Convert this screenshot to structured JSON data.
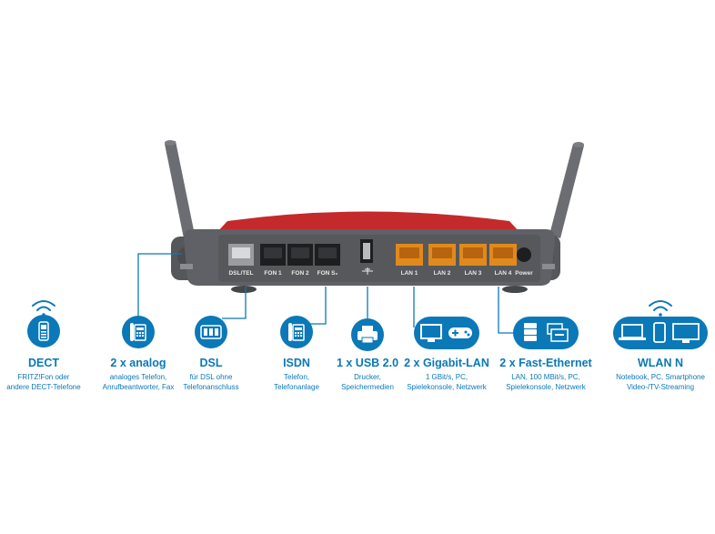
{
  "colors": {
    "accent": "#0b78b8",
    "router_body": "#5f6166",
    "router_red": "#c42a2b",
    "lan_port": "#e08a1e"
  },
  "router": {
    "port_labels": [
      "DSL/TEL",
      "FON 1",
      "FON 2",
      "FON S₀",
      "LAN 1",
      "LAN 2",
      "LAN 3",
      "LAN 4",
      "Power"
    ]
  },
  "features": [
    {
      "title": "DECT",
      "icon": "dect-phone-icon",
      "desc": [
        "FRITZ!Fon oder",
        "andere DECT-Telefone"
      ]
    },
    {
      "title": "2 x analog",
      "icon": "analog-phone-icon",
      "desc": [
        "analoges Telefon,",
        "Anrufbeantworter, Fax"
      ]
    },
    {
      "title": "DSL",
      "icon": "dsl-splitter-icon",
      "desc": [
        "für DSL ohne",
        "Telefonanschluss"
      ]
    },
    {
      "title": "ISDN",
      "icon": "isdn-phone-icon",
      "desc": [
        "Telefon,",
        "Telefonanlage"
      ]
    },
    {
      "title": "1 x USB 2.0",
      "icon": "printer-icon",
      "desc": [
        "Drucker,",
        "Speichermedien"
      ]
    },
    {
      "title": "2 x Gigabit-LAN",
      "icon": "monitor-gamepad-icon",
      "desc": [
        "1 GBit/s, PC,",
        "Spielekonsole, Netzwerk"
      ]
    },
    {
      "title": "2 x Fast-Ethernet",
      "icon": "server-display-icon",
      "desc": [
        "LAN, 100 MBit/s, PC,",
        "Spielekonsole, Netzwerk"
      ]
    },
    {
      "title": "WLAN N",
      "icon": "devices-icon",
      "desc": [
        "Notebook, PC, Smartphone",
        "Video-/TV-Streaming"
      ]
    }
  ]
}
